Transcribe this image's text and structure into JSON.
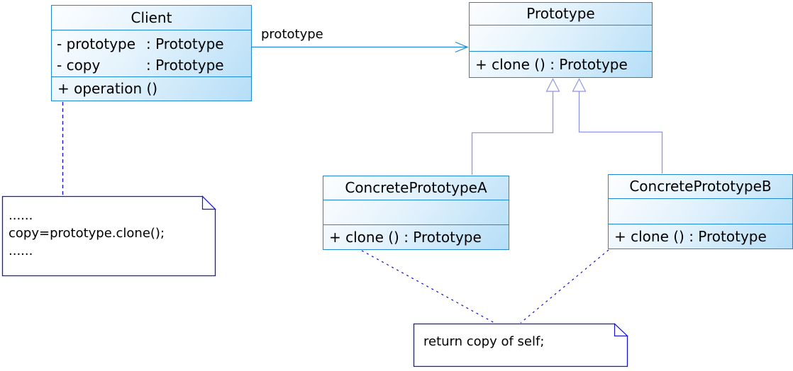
{
  "diagram": {
    "classes": {
      "client": {
        "name": "Client",
        "attributes": [
          {
            "name": "- prototype",
            "type": ": Prototype"
          },
          {
            "name": "- copy",
            "type": ": Prototype"
          }
        ],
        "methods": [
          "+ operation ()"
        ]
      },
      "prototype": {
        "name": "Prototype",
        "methods": [
          "+ clone () : Prototype"
        ]
      },
      "concrete_prototype_a": {
        "name": "ConcretePrototypeA",
        "methods": [
          "+ clone () : Prototype"
        ]
      },
      "concrete_prototype_b": {
        "name": "ConcretePrototypeB",
        "methods": [
          "+ clone () : Prototype"
        ]
      }
    },
    "association": {
      "label": "prototype"
    },
    "notes": {
      "client_note": {
        "lines": [
          "......",
          "copy=prototype.clone();",
          "......"
        ]
      },
      "clone_note": {
        "lines": [
          "return copy of self;"
        ]
      }
    },
    "colors": {
      "class_border": "#1f87d4",
      "class_fill_light": "#fdfeff",
      "class_fill_dark": "#b5def7",
      "inheritance_line": "#9295e2",
      "note_border": "#1717c9",
      "dashed_connector": "#0d0dcf",
      "text": "#000000"
    }
  }
}
